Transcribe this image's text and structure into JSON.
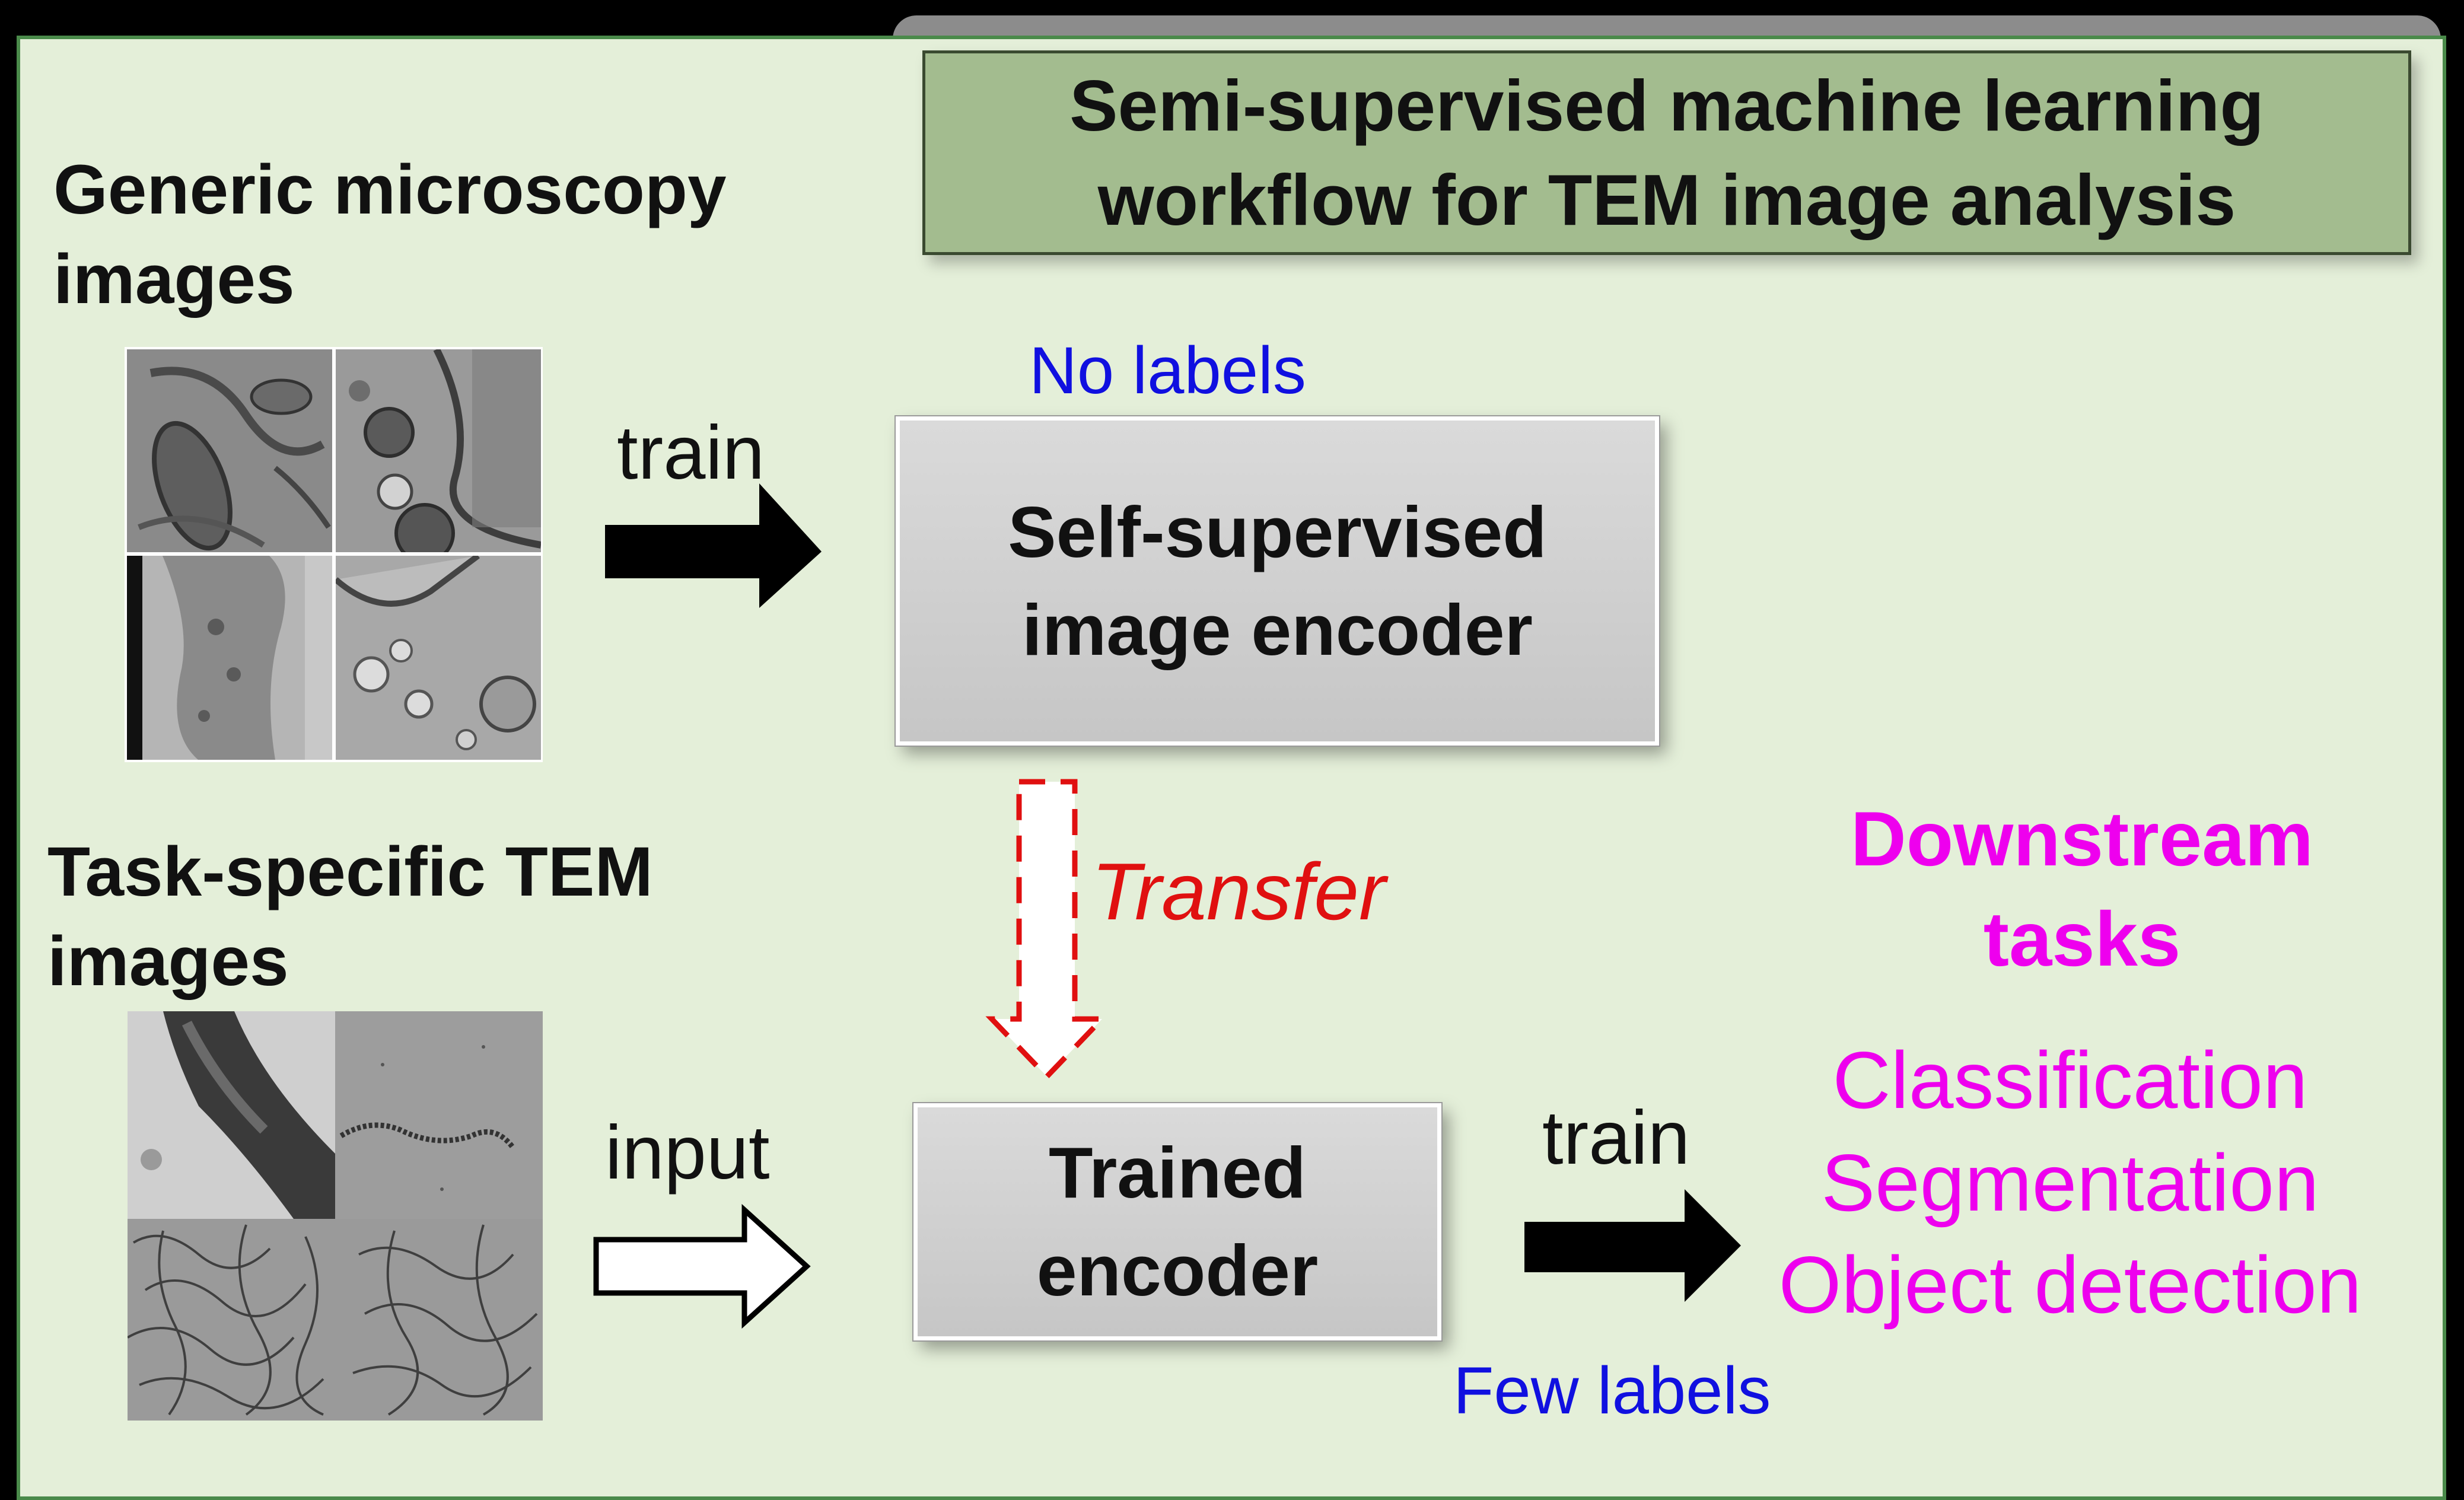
{
  "title": {
    "line1": "Semi-supervised machine learning",
    "line2": "workflow for TEM image analysis"
  },
  "generic_images": {
    "heading_line1": "Generic microscopy",
    "heading_line2": "images"
  },
  "task_images": {
    "heading_line1": "Task-specific TEM",
    "heading_line2": "images"
  },
  "arrows": {
    "train_top": "train",
    "input": "input",
    "transfer": "Transfer",
    "train_bottom": "train"
  },
  "labels": {
    "no_labels": "No labels",
    "few_labels": "Few labels"
  },
  "encoder": {
    "line1": "Self-supervised",
    "line2": "image encoder"
  },
  "trained_encoder": {
    "line1": "Trained",
    "line2": "encoder"
  },
  "downstream": {
    "heading_line1": "Downstream",
    "heading_line2": "tasks",
    "tasks": [
      "Classification",
      "Segmentation",
      "Object detection"
    ]
  },
  "colors": {
    "panel_bg": "#e4efd9",
    "panel_border": "#4a8a4a",
    "title_bg": "#a3bc8f",
    "box_gray": "#cfcfcf",
    "label_blue": "#1010e0",
    "transfer_red": "#e01010",
    "downstream_magenta": "#ee00ee"
  }
}
